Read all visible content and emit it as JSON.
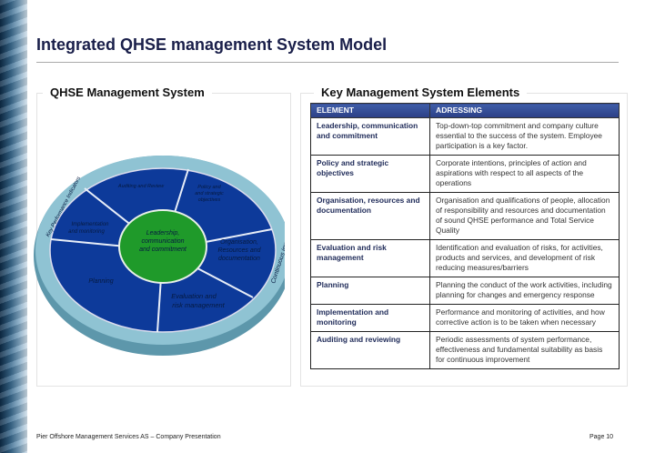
{
  "title": "Integrated QHSE management System Model",
  "left_panel": {
    "title": "QHSE Management System",
    "diagram": {
      "center": [
        "Leadership,",
        "communication",
        "and commitment"
      ],
      "segments": {
        "auditing": "Auditing and Review",
        "policy": [
          "Policy and",
          "and strategic",
          "objectives"
        ],
        "organisation": [
          "Organisation,",
          "Resources and",
          "documentation"
        ],
        "evaluation": [
          "Evaluation and",
          "risk management"
        ],
        "planning": "Planning",
        "implementation": [
          "Implementation",
          "and monitoring"
        ]
      },
      "ring_left": "Key Performance Indicators",
      "ring_right": "Continuous improvement",
      "colors": {
        "segment": "#0d3a9a",
        "center": "#1f9a2a",
        "ring": "#7fb8c8"
      }
    }
  },
  "right_panel": {
    "title": "Key Management System Elements",
    "table": {
      "headers": [
        "ELEMENT",
        "ADRESSING"
      ],
      "rows": [
        [
          "Leadership, communication and commitment",
          "Top-down-top commitment and company culture essential to the success of the system. Employee participation is a key factor."
        ],
        [
          "Policy and strategic objectives",
          "Corporate intentions, principles of action and aspirations with respect to all aspects of the operations"
        ],
        [
          "Organisation, resources and documentation",
          "Organisation and qualifications of people, allocation of responsibility and resources and documentation of sound QHSE performance and Total Service Quality"
        ],
        [
          "Evaluation and risk management",
          "Identification and evaluation of risks, for activities, products and services, and development of risk reducing measures/barriers"
        ],
        [
          "Planning",
          "Planning the conduct of the work activities, including planning for changes and emergency response"
        ],
        [
          "Implementation and monitoring",
          "Performance and monitoring of activities, and how corrective action is to be taken when necessary"
        ],
        [
          "Auditing and reviewing",
          "Periodic assessments of system performance, effectiveness and fundamental suitability as basis for continuous improvement"
        ]
      ]
    }
  },
  "footer": {
    "left": "Pier Offshore Management Services AS – Company Presentation",
    "right": "Page 10"
  }
}
